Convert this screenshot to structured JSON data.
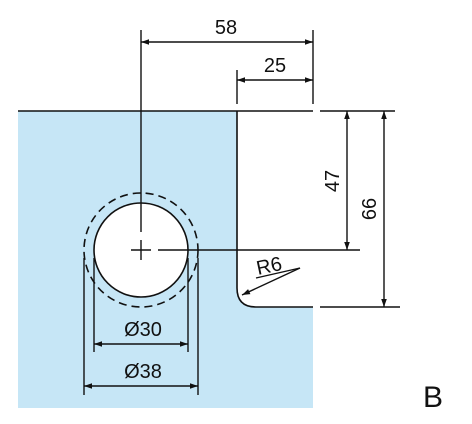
{
  "drawing": {
    "view_label": "B",
    "dimensions": {
      "d58": "58",
      "d25": "25",
      "d47": "47",
      "d66": "66",
      "r6": "R6",
      "dia30": "Ø30",
      "dia38": "Ø38"
    },
    "colors": {
      "glass_fill": "#c6e6f6",
      "line": "#111111",
      "background": "#ffffff"
    }
  }
}
